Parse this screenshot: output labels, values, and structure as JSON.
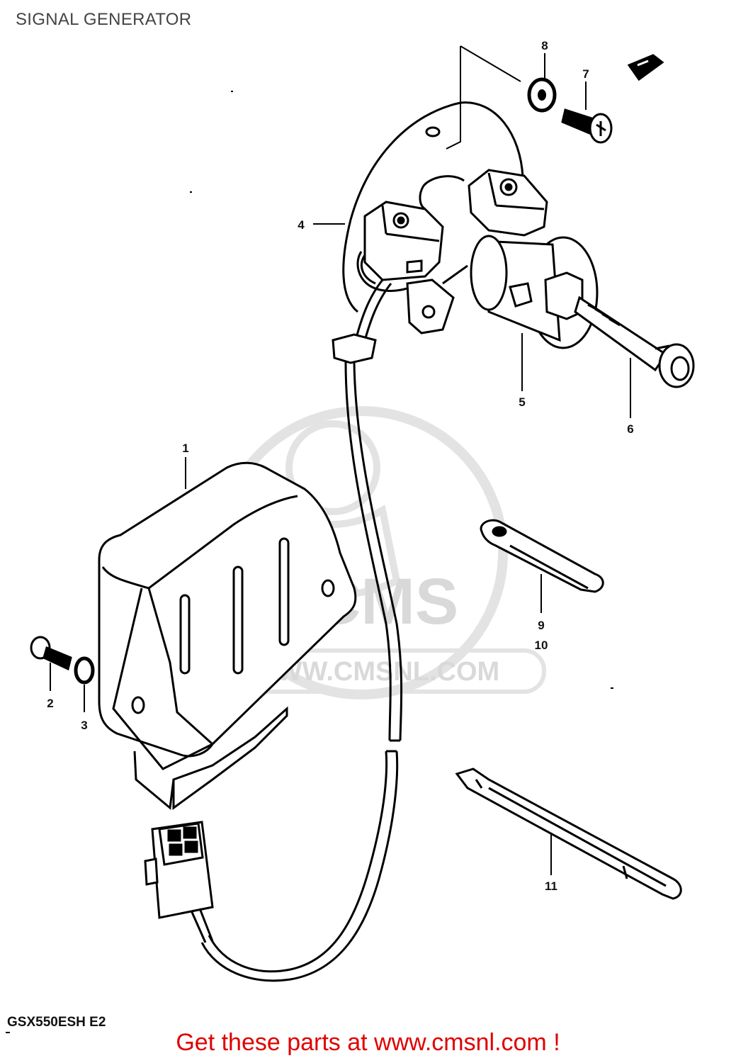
{
  "title": "SIGNAL GENERATOR",
  "model_code": "GSX550ESH E2",
  "watermark": {
    "brand": "CMS",
    "url": "WWW.CMSNL.COM"
  },
  "promo_text": "Get these parts at www.cmsnl.com !",
  "promo_color": "#e00000",
  "callouts": {
    "p1": "1",
    "p2": "2",
    "p3": "3",
    "p4": "4",
    "p5": "5",
    "p6": "6",
    "p7": "7",
    "p8": "8",
    "p9": "9",
    "p10": "10",
    "p11": "11"
  }
}
